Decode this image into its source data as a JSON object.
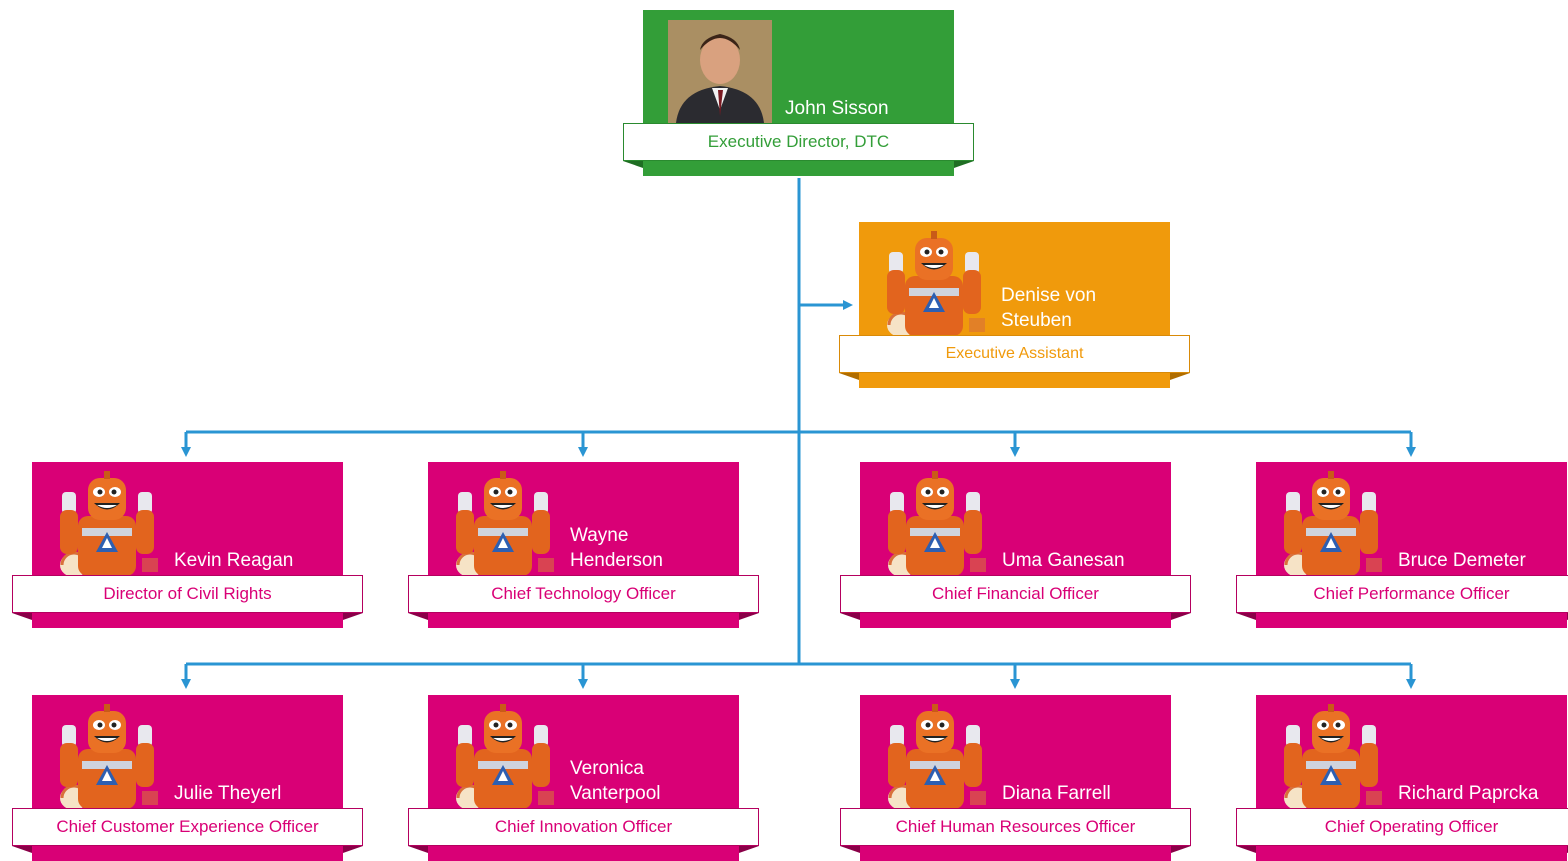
{
  "colors": {
    "connector": "#2a95d3",
    "executive": "#339e38",
    "assistant": "#f09a0c",
    "report": "#d90076"
  },
  "executive": {
    "name": "John Sisson",
    "title": "Executive Director, DTC",
    "photo": "person-photo"
  },
  "assistant": {
    "name": "Denise von\nSteuben",
    "title": "Executive Assistant",
    "photo": "robot-mascot"
  },
  "reports_row1": [
    {
      "name": "Kevin Reagan",
      "title": "Director of Civil Rights"
    },
    {
      "name": "Wayne\nHenderson",
      "title": "Chief Technology Officer"
    },
    {
      "name": "Uma Ganesan",
      "title": "Chief Financial Officer"
    },
    {
      "name": "Bruce  Demeter",
      "title": "Chief Performance Officer"
    }
  ],
  "reports_row2": [
    {
      "name": "Julie Theyerl",
      "title": "Chief Customer Experience Officer"
    },
    {
      "name": "Veronica\nVanterpool",
      "title": "Chief Innovation Officer"
    },
    {
      "name": "Diana Farrell",
      "title": "Chief Human Resources Officer"
    },
    {
      "name": "Richard  Paprcka",
      "title": "Chief Operating Officer"
    }
  ]
}
